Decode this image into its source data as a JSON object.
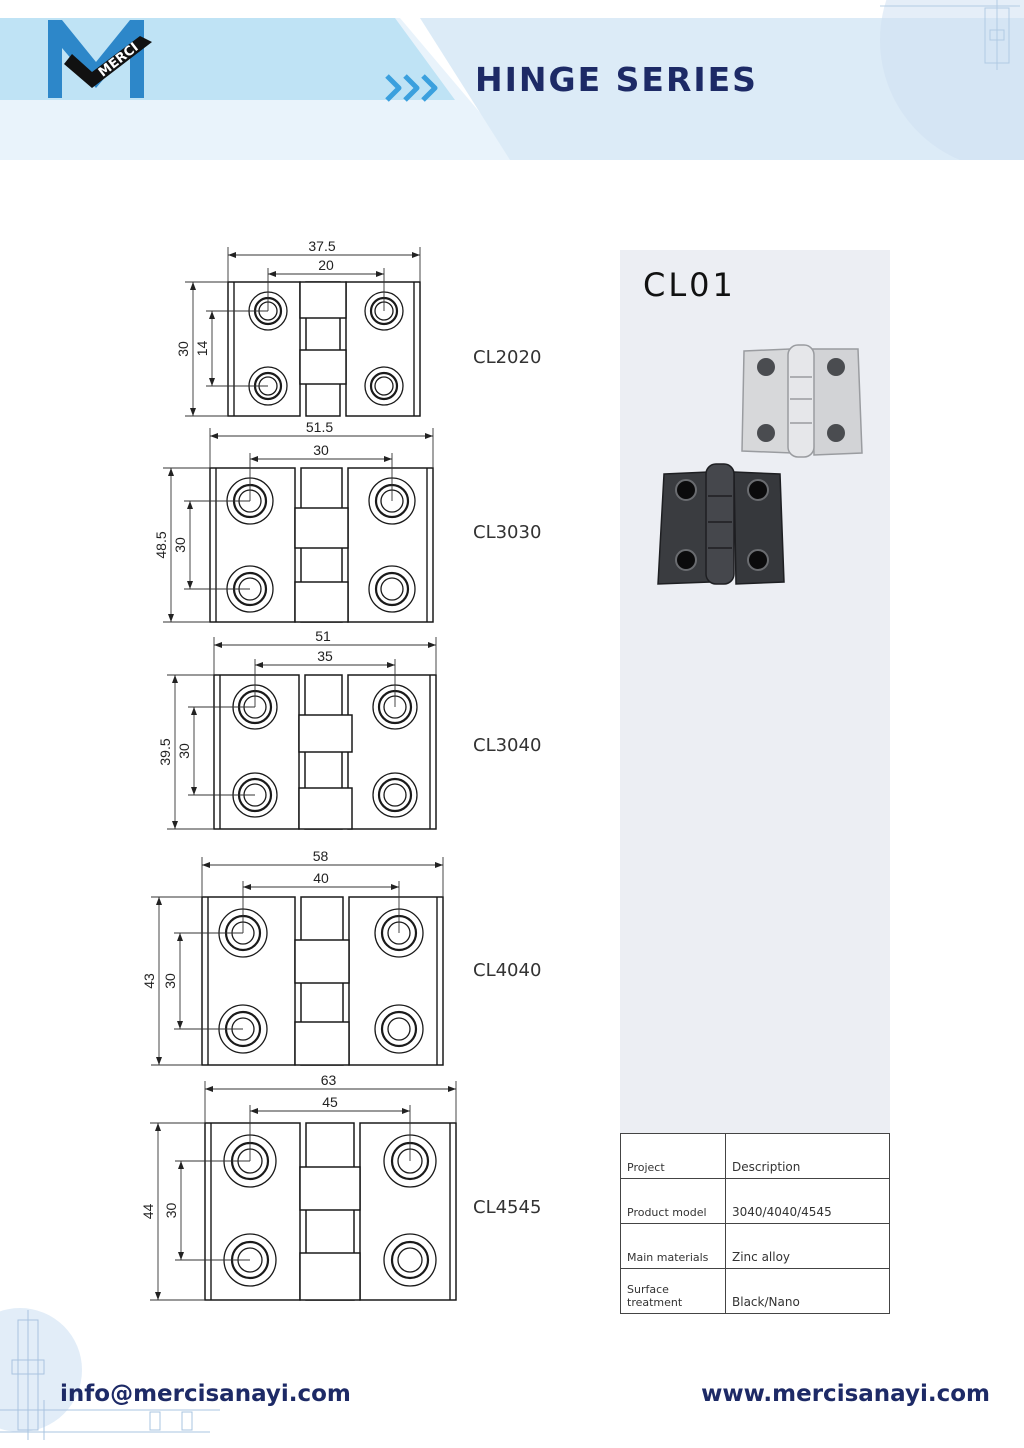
{
  "header": {
    "logo_text": "MERCI",
    "title": "HINGE SERIES"
  },
  "colors": {
    "brand_navy": "#1d2a66",
    "banner_light": "#dcebf7",
    "banner_cyan": "#bfe3f5",
    "panel_grey": "#eceef3"
  },
  "drawings": [
    {
      "model": "CL2020",
      "overall_width": "37.5",
      "hole_spacing_width": "20",
      "overall_height": "30",
      "hole_spacing_height": "14"
    },
    {
      "model": "CL3030",
      "overall_width": "51.5",
      "hole_spacing_width": "30",
      "overall_height": "48.5",
      "hole_spacing_height": "30"
    },
    {
      "model": "CL3040",
      "overall_width": "51",
      "hole_spacing_width": "35",
      "overall_height": "39.5",
      "hole_spacing_height": "30"
    },
    {
      "model": "CL4040",
      "overall_width": "58",
      "hole_spacing_width": "40",
      "overall_height": "43",
      "hole_spacing_height": "30"
    },
    {
      "model": "CL4545",
      "overall_width": "63",
      "hole_spacing_width": "45",
      "overall_height": "44",
      "hole_spacing_height": "30"
    }
  ],
  "product": {
    "code": "CL01",
    "photos": [
      "silver-hinge",
      "black-hinge"
    ]
  },
  "spec_table": {
    "header_key": "Project",
    "header_value": "Description",
    "rows": [
      {
        "key": "Product model",
        "value": "3040/4040/4545"
      },
      {
        "key": "Main materials",
        "value": "Zinc alloy"
      },
      {
        "key": "Surface treatment",
        "value": "Black/Nano"
      }
    ]
  },
  "footer": {
    "email": "info@mercisanayi.com",
    "website": "www.mercisanayi.com"
  }
}
